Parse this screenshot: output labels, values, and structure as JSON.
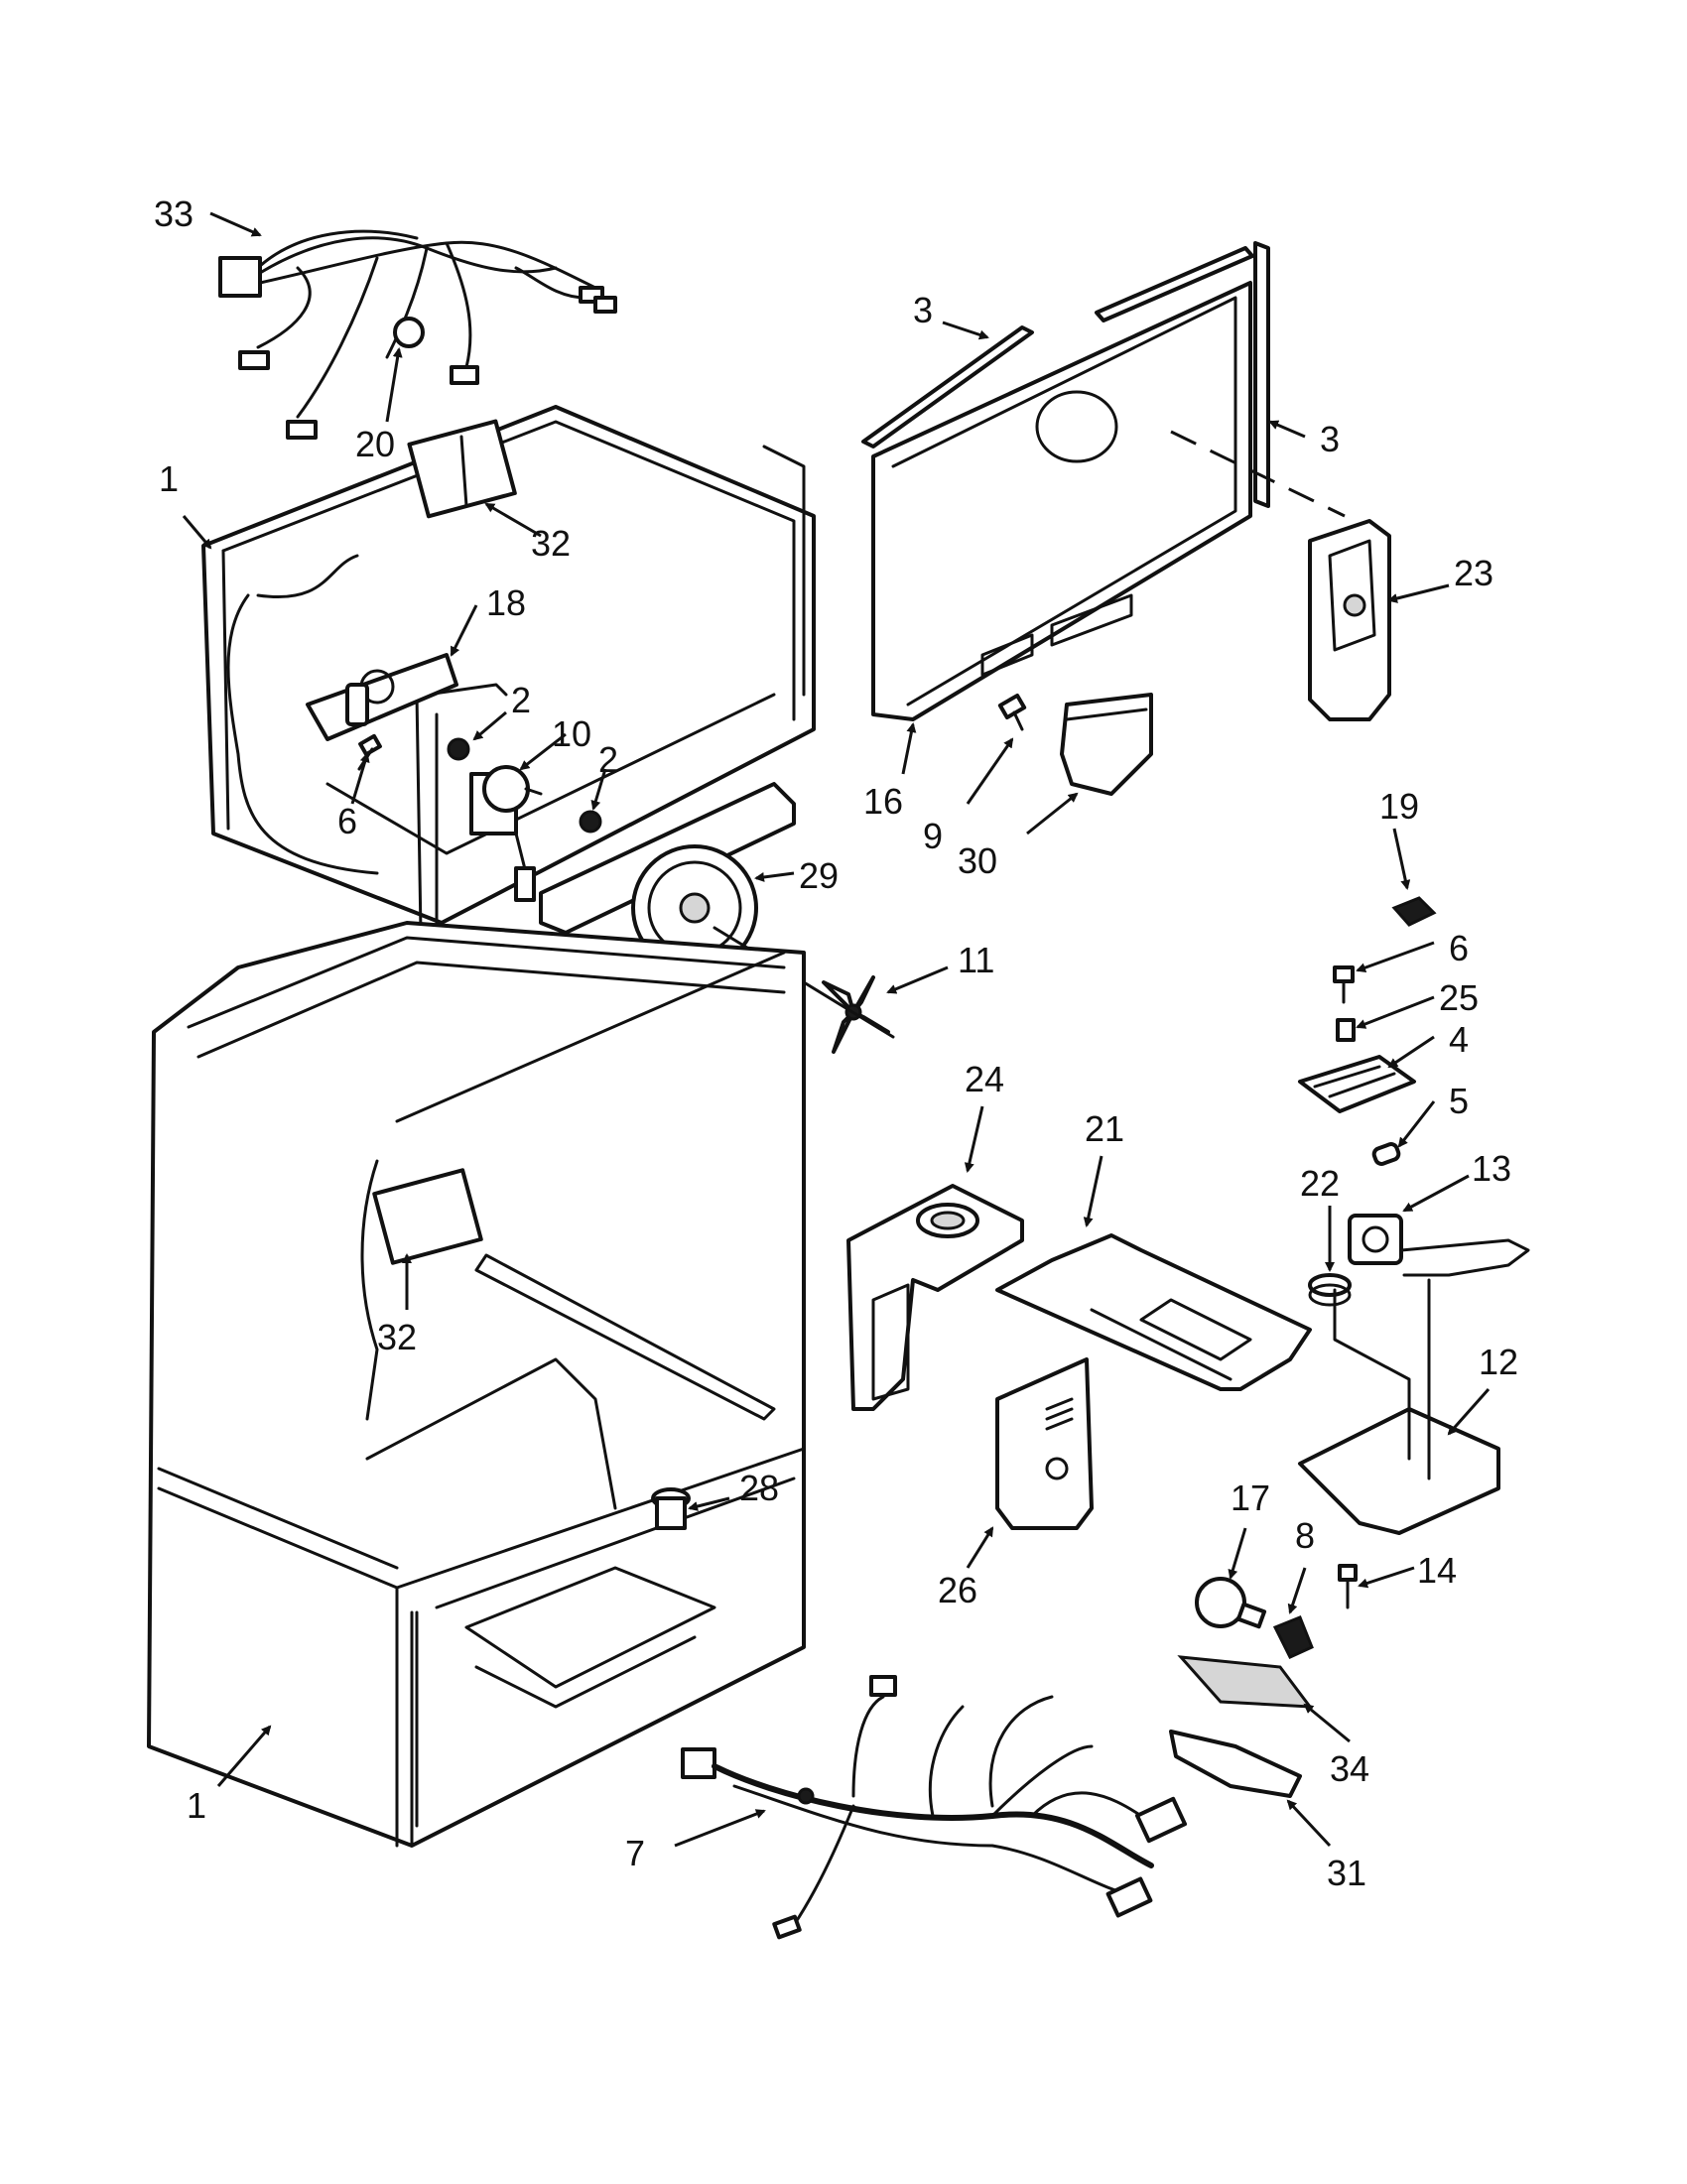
{
  "callouts": [
    {
      "id": "c33a",
      "label": "33"
    },
    {
      "id": "c20",
      "label": "20"
    },
    {
      "id": "c1a",
      "label": "1"
    },
    {
      "id": "c32a",
      "label": "32"
    },
    {
      "id": "c18",
      "label": "18"
    },
    {
      "id": "c2a",
      "label": "2"
    },
    {
      "id": "c10",
      "label": "10"
    },
    {
      "id": "c2b",
      "label": "2"
    },
    {
      "id": "c6a",
      "label": "6"
    },
    {
      "id": "c29",
      "label": "29"
    },
    {
      "id": "c11",
      "label": "11"
    },
    {
      "id": "c3a",
      "label": "3"
    },
    {
      "id": "c3b",
      "label": "3"
    },
    {
      "id": "c23",
      "label": "23"
    },
    {
      "id": "c16",
      "label": "16"
    },
    {
      "id": "c9",
      "label": "9"
    },
    {
      "id": "c30",
      "label": "30"
    },
    {
      "id": "c19",
      "label": "19"
    },
    {
      "id": "c6b",
      "label": "6"
    },
    {
      "id": "c25",
      "label": "25"
    },
    {
      "id": "c4",
      "label": "4"
    },
    {
      "id": "c5",
      "label": "5"
    },
    {
      "id": "c24",
      "label": "24"
    },
    {
      "id": "c21",
      "label": "21"
    },
    {
      "id": "c22",
      "label": "22"
    },
    {
      "id": "c13",
      "label": "13"
    },
    {
      "id": "c12",
      "label": "12"
    },
    {
      "id": "c32b",
      "label": "32"
    },
    {
      "id": "c28",
      "label": "28"
    },
    {
      "id": "c26",
      "label": "26"
    },
    {
      "id": "c17",
      "label": "17"
    },
    {
      "id": "c8",
      "label": "8"
    },
    {
      "id": "c14",
      "label": "14"
    },
    {
      "id": "c34",
      "label": "34"
    },
    {
      "id": "c1b",
      "label": "1"
    },
    {
      "id": "c7",
      "label": "7"
    },
    {
      "id": "c31",
      "label": "31"
    }
  ]
}
